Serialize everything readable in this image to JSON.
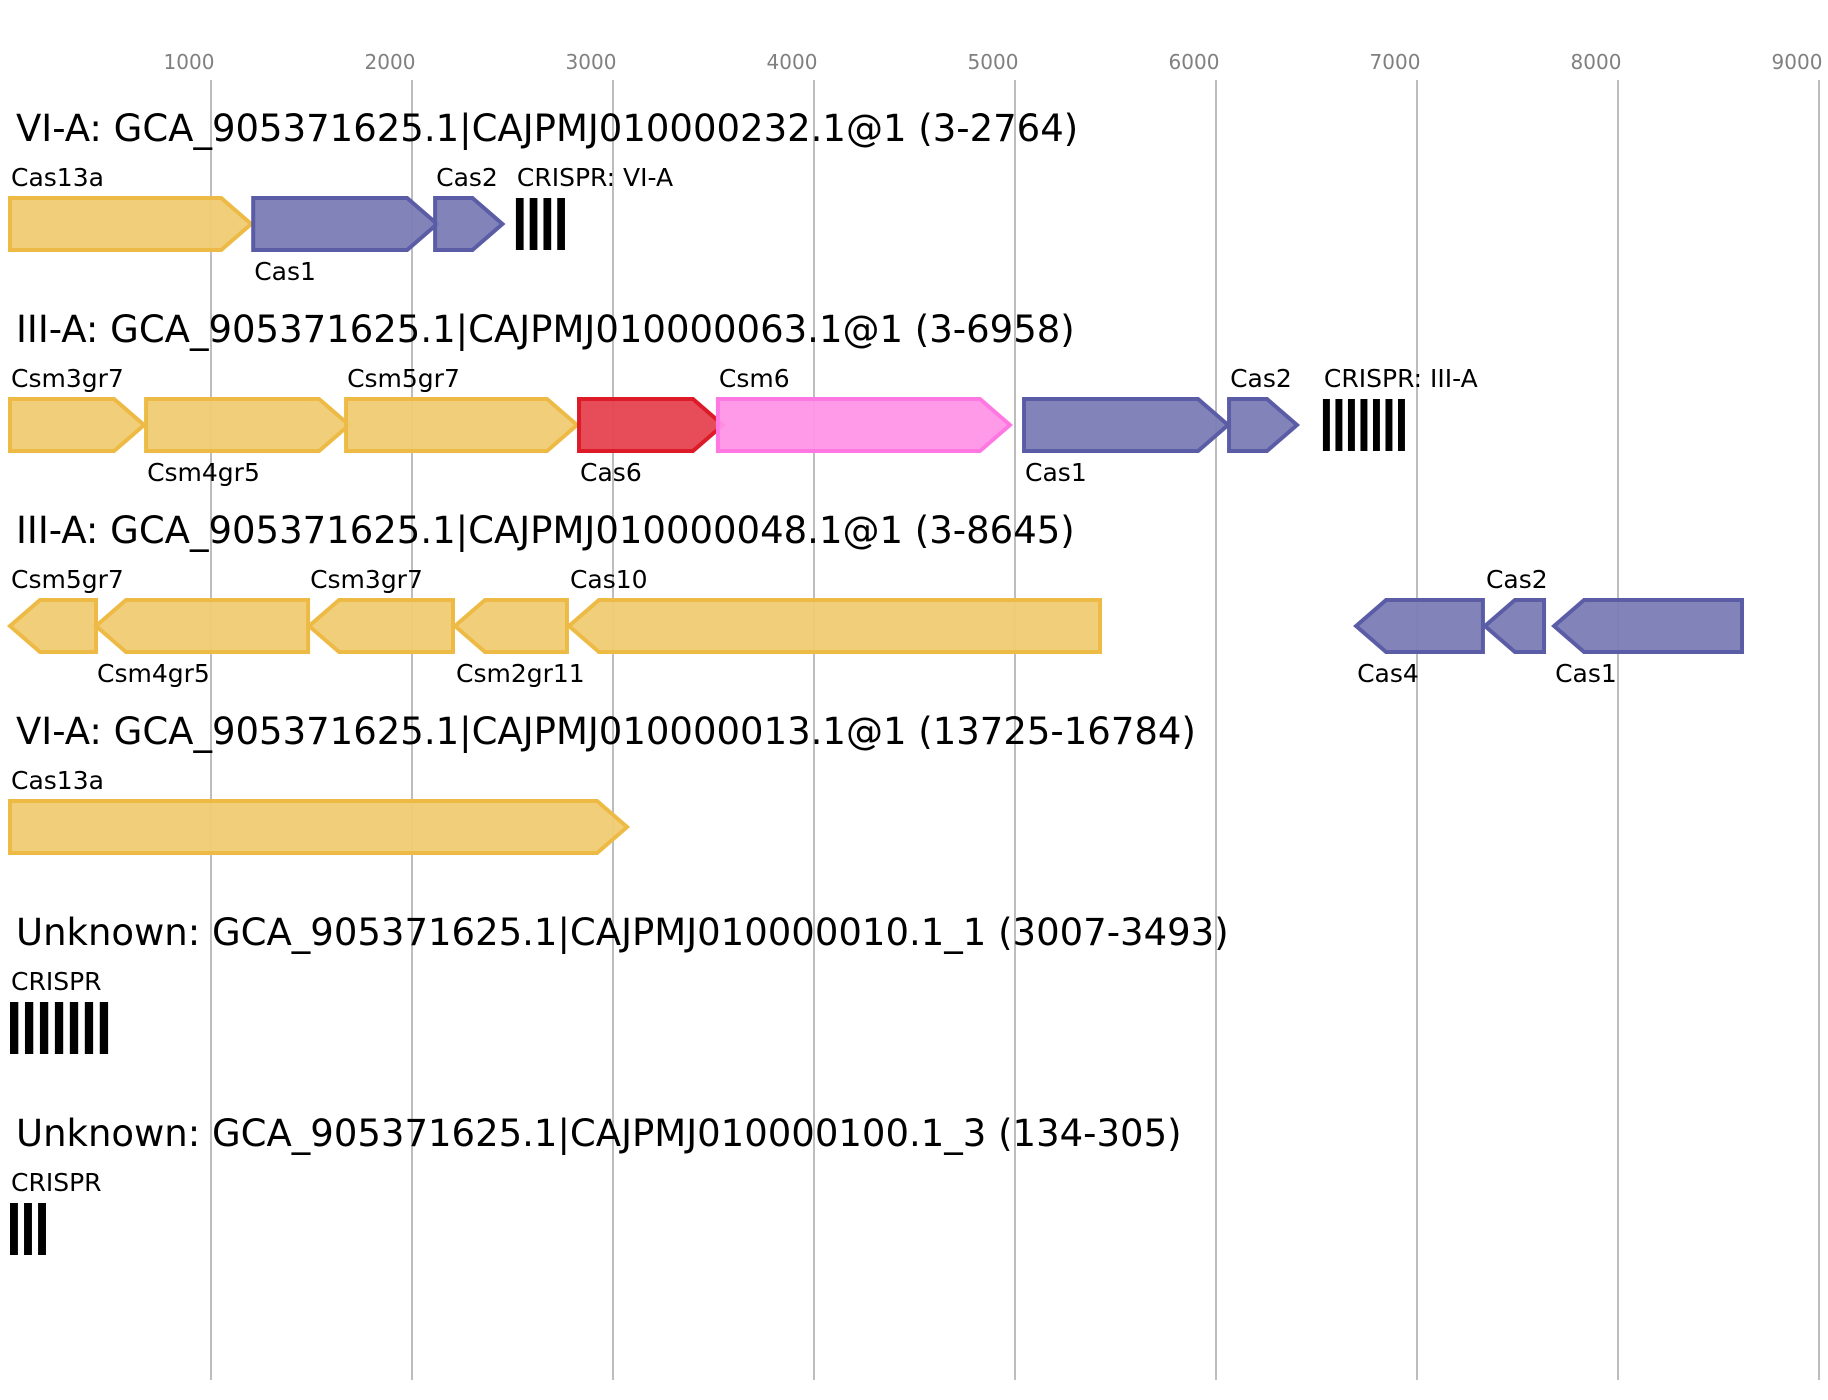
{
  "chart_data": {
    "type": "gene-map",
    "x_axis": {
      "ticks": [
        1000,
        2000,
        3000,
        4000,
        5000,
        6000,
        7000,
        8000,
        9000
      ],
      "range": [
        0,
        9050
      ],
      "grid": true
    },
    "colors": {
      "yellow": {
        "fill": "#f0cb73",
        "stroke": "#edbb45"
      },
      "purple": {
        "fill": "#7b7db5",
        "stroke": "#5a5ca6"
      },
      "red": {
        "fill": "#e54350",
        "stroke": "#dc1a28"
      },
      "pink": {
        "fill": "#ff95e8",
        "stroke": "#ff78e2"
      },
      "crispr": "#000000"
    },
    "tracks": [
      {
        "title": "VI-A: GCA_905371625.1|CAJPMJ010000232.1@1 (3-2764)",
        "features": [
          {
            "name": "Cas13a",
            "start": 0,
            "end": 1200,
            "strand": "+",
            "color": "yellow",
            "label_pos": "above"
          },
          {
            "name": "Cas1",
            "start": 1210,
            "end": 2125,
            "strand": "+",
            "color": "purple",
            "label_pos": "below"
          },
          {
            "name": "Cas2",
            "start": 2115,
            "end": 2450,
            "strand": "+",
            "color": "purple",
            "label_pos": "above"
          },
          {
            "name": "CRISPR: VI-A",
            "start": 2517,
            "end": 2761,
            "type": "crispr",
            "repeats": 4,
            "label_pos": "above"
          }
        ]
      },
      {
        "title": "III-A: GCA_905371625.1|CAJPMJ010000063.1@1 (3-6958)",
        "features": [
          {
            "name": "Csm3gr7",
            "start": 0,
            "end": 667,
            "strand": "+",
            "color": "yellow",
            "label_pos": "above"
          },
          {
            "name": "Csm4gr5",
            "start": 677,
            "end": 1687,
            "strand": "+",
            "color": "yellow",
            "label_pos": "below"
          },
          {
            "name": "Csm5gr7",
            "start": 1672,
            "end": 2821,
            "strand": "+",
            "color": "yellow",
            "label_pos": "above"
          },
          {
            "name": "Cas6",
            "start": 2831,
            "end": 3547,
            "strand": "+",
            "color": "red",
            "label_pos": "below"
          },
          {
            "name": "Csm6",
            "start": 3522,
            "end": 4975,
            "strand": "+",
            "color": "pink",
            "label_pos": "above"
          },
          {
            "name": "Cas1",
            "start": 5045,
            "end": 6060,
            "strand": "+",
            "color": "purple",
            "label_pos": "below"
          },
          {
            "name": "Cas2",
            "start": 6065,
            "end": 6403,
            "strand": "+",
            "color": "purple",
            "label_pos": "above"
          },
          {
            "name": "CRISPR: III-A",
            "start": 6532,
            "end": 6940,
            "type": "crispr",
            "repeats": 7,
            "label_pos": "above"
          }
        ]
      },
      {
        "title": "III-A: GCA_905371625.1|CAJPMJ010000048.1@1 (3-8645)",
        "features": [
          {
            "name": "Csm5gr7",
            "start": 0,
            "end": 428,
            "strand": "-",
            "color": "yellow",
            "label_pos": "above"
          },
          {
            "name": "Csm4gr5",
            "start": 428,
            "end": 1483,
            "strand": "-",
            "color": "yellow",
            "label_pos": "below"
          },
          {
            "name": "Csm3gr7",
            "start": 1488,
            "end": 2204,
            "strand": "-",
            "color": "yellow",
            "label_pos": "above"
          },
          {
            "name": "Csm2gr11",
            "start": 2214,
            "end": 2771,
            "strand": "-",
            "color": "yellow",
            "label_pos": "below"
          },
          {
            "name": "Cas10",
            "start": 2781,
            "end": 5423,
            "strand": "-",
            "color": "yellow",
            "label_pos": "above"
          },
          {
            "name": "Cas4",
            "start": 6697,
            "end": 7328,
            "strand": "-",
            "color": "purple",
            "label_pos": "below"
          },
          {
            "name": "Cas2",
            "start": 7338,
            "end": 7632,
            "strand": "-",
            "color": "purple",
            "label_pos": "above"
          },
          {
            "name": "Cas1",
            "start": 7682,
            "end": 8617,
            "strand": "-",
            "color": "purple",
            "label_pos": "below"
          }
        ]
      },
      {
        "title": "VI-A: GCA_905371625.1|CAJPMJ010000013.1@1 (13725-16784)",
        "features": [
          {
            "name": "Cas13a",
            "start": 0,
            "end": 3070,
            "strand": "+",
            "color": "yellow",
            "label_pos": "above"
          }
        ]
      },
      {
        "title": "Unknown: GCA_905371625.1|CAJPMJ010000010.1_1 (3007-3493)",
        "features": [
          {
            "name": "CRISPR",
            "start": 0,
            "end": 488,
            "type": "crispr",
            "repeats": 7,
            "label_pos": "above"
          }
        ]
      },
      {
        "title": "Unknown: GCA_905371625.1|CAJPMJ010000100.1_3 (134-305)",
        "features": [
          {
            "name": "CRISPR",
            "start": 0,
            "end": 179,
            "type": "crispr",
            "repeats": 3,
            "label_pos": "above"
          }
        ]
      }
    ]
  }
}
